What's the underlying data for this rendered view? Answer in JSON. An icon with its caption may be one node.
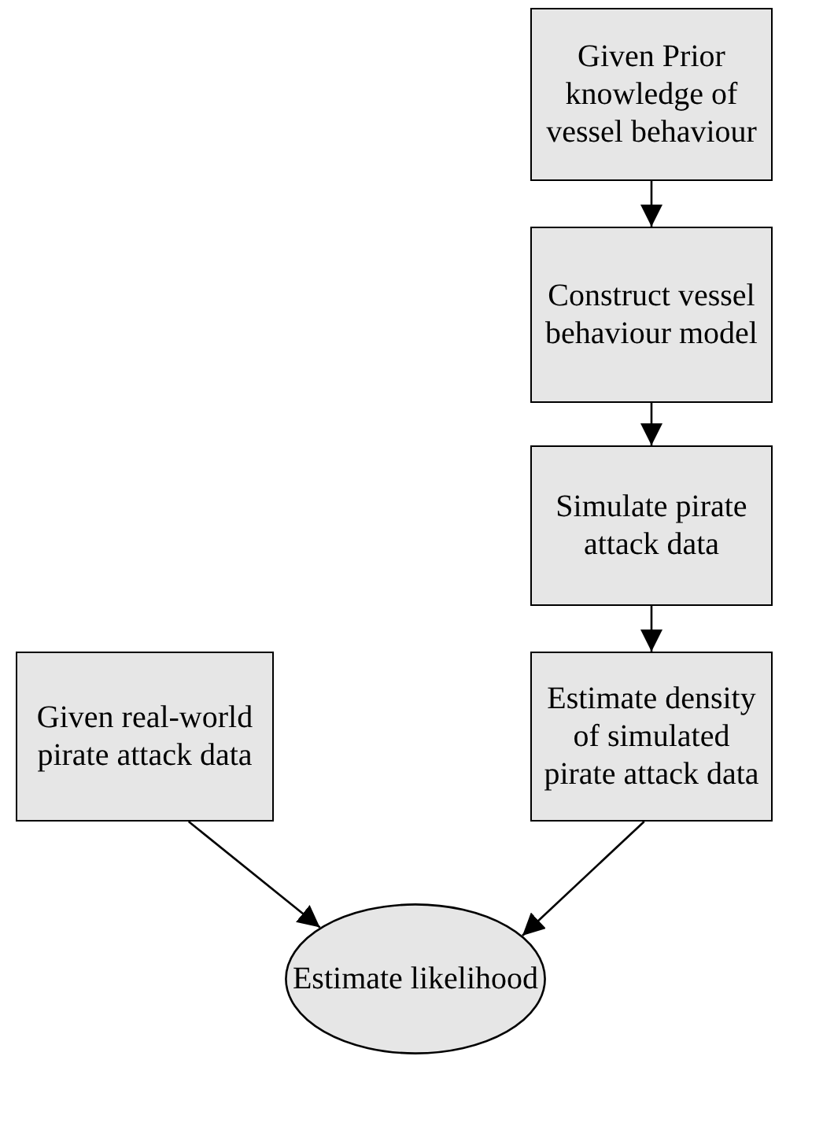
{
  "diagram": {
    "nodes": [
      {
        "text": [
          "Given Prior knowledge of vessel behaviour"
        ]
      },
      {
        "text": [
          "Construct vessel behaviour model"
        ]
      },
      {
        "text": [
          "Simulate pirate attack data"
        ]
      },
      {
        "text": [
          "Estimate density of simulated pirate attack data"
        ]
      },
      {
        "text": [
          "Given real-world pirate attack data"
        ]
      },
      {
        "text": [
          "Estimate likelihood"
        ]
      }
    ],
    "edges": [
      {
        "from": 0,
        "to": 1,
        "arrow": "to"
      },
      {
        "from": 1,
        "to": 2,
        "arrow": "to"
      },
      {
        "from": 2,
        "to": 3,
        "arrow": "to"
      },
      {
        "from": 4,
        "to": 5,
        "arrow": "to"
      },
      {
        "from": 3,
        "to": 5,
        "arrow": "to"
      }
    ]
  }
}
